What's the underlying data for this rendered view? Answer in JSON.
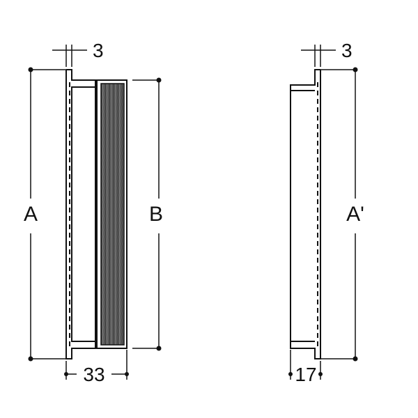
{
  "front_view": {
    "label_a": "A",
    "label_b": "B",
    "dim_flange": "3",
    "dim_depth": "33"
  },
  "side_view": {
    "label_a_prime": "A'",
    "dim_flange": "3",
    "dim_depth": "17"
  },
  "colors": {
    "line": "#111111",
    "texture_fill": "#555555",
    "background": "#ffffff"
  }
}
